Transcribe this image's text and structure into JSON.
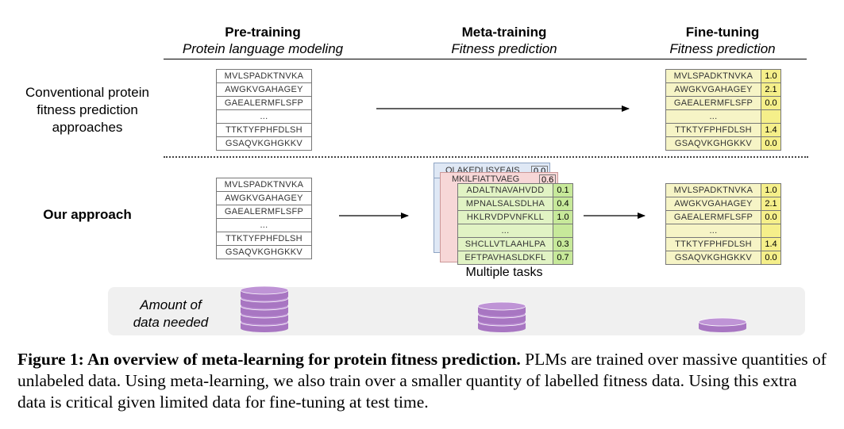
{
  "columns": [
    {
      "title": "Pre-training",
      "subtitle": "Protein language modeling"
    },
    {
      "title": "Meta-training",
      "subtitle": "Fitness prediction"
    },
    {
      "title": "Fine-tuning",
      "subtitle": "Fitness prediction"
    }
  ],
  "rows": {
    "conventional": "Conventional protein fitness prediction approaches",
    "ours": "Our approach"
  },
  "sequences": [
    "MVLSPADKTNVKA",
    "AWGKVGAHAGEY",
    "GAEALERMFLSFP",
    "...",
    "TTKTYFPHFDLSH",
    "GSAQVKGHGKKV"
  ],
  "finetune_values": [
    "1.0",
    "2.1",
    "0.0",
    "",
    "1.4",
    "0.0"
  ],
  "task_back_blue": {
    "seq": "QLAKEDLISYEAIS",
    "val": "0.0"
  },
  "task_back_pink": {
    "seq": "MKILFIATTVAEG",
    "val": "0.6"
  },
  "task_front": {
    "seqs": [
      "ADALTNAVAHVDD",
      "MPNALSALSDLHA",
      "HKLRVDPVNFKLL",
      "...",
      "SHCLLVTLAAHLPA",
      "EFTPAVHASLDKFL"
    ],
    "vals": [
      "0.1",
      "0.4",
      "1.0",
      "",
      "0.3",
      "0.7"
    ]
  },
  "multiple_tasks_label": "Multiple tasks",
  "amount_label_line1": "Amount of",
  "amount_label_line2": "data needed",
  "data_amounts": [
    5,
    3,
    1
  ],
  "caption": {
    "bold": "Figure 1: An overview of meta-learning for protein fitness prediction.",
    "text": " PLMs are trained over massive quantities of unlabeled data. Using meta-learning, we also train over a smaller quantity of labelled fitness data. Using this extra data is critical given limited data for fine-tuning at test time."
  },
  "colors": {
    "database": "#a876c2",
    "database_top": "#bf94d6",
    "yellow": "#f5ef8a",
    "green": "#d9f0b4"
  }
}
